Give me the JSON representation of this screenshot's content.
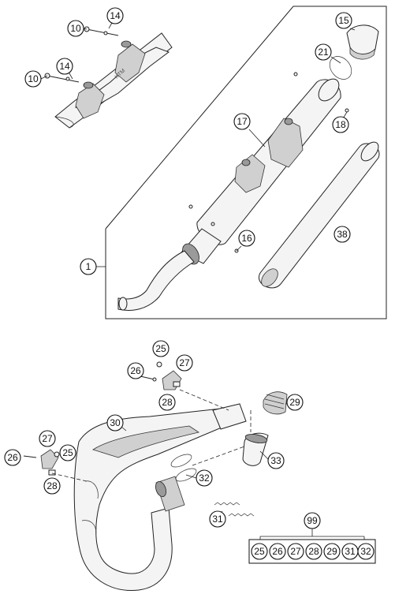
{
  "callouts": {
    "c10a": "10",
    "c14a": "14",
    "c10b": "10",
    "c14b": "14",
    "c15": "15",
    "c21": "21",
    "c17": "17",
    "c18": "18",
    "c16": "16",
    "c38": "38",
    "c1": "1",
    "c25a": "25",
    "c27a": "27",
    "c26a": "26",
    "c28a": "28",
    "c29": "29",
    "c30": "30",
    "c27b": "27",
    "c25b": "25",
    "c26b": "26",
    "c28b": "28",
    "c32": "32",
    "c33": "33",
    "c31": "31",
    "c99": "99"
  },
  "kit": [
    "25",
    "26",
    "27",
    "28",
    "29",
    "31",
    "32"
  ],
  "silencer_logo": "KTM"
}
